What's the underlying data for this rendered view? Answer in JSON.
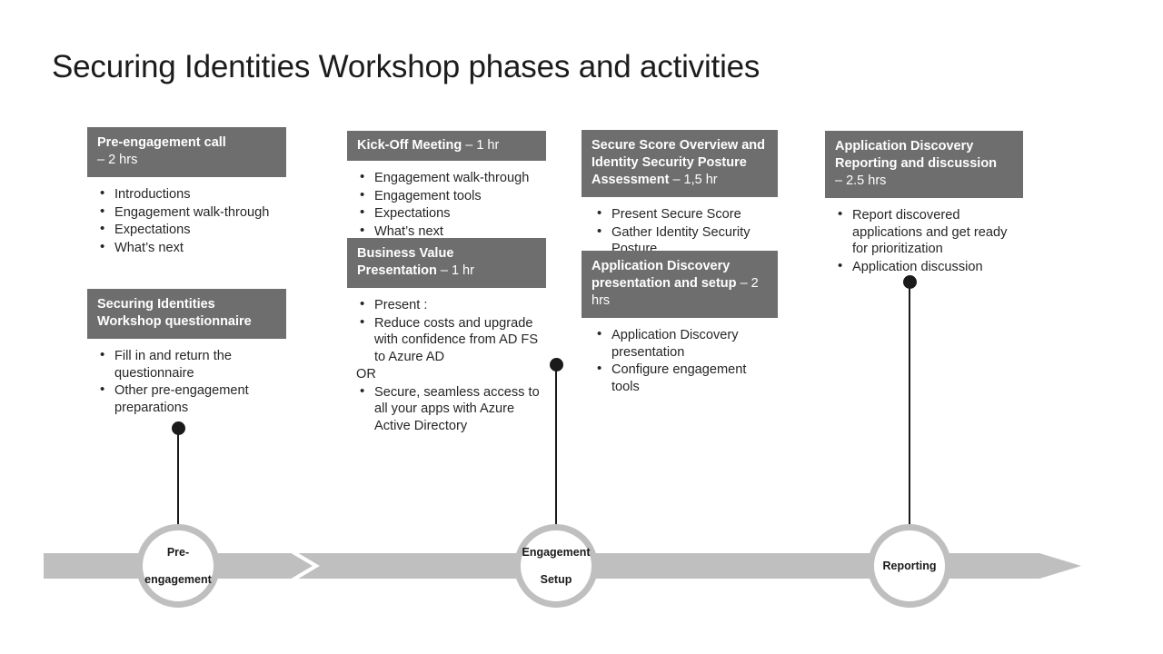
{
  "slide": {
    "title": "Securing Identities Workshop phases and activities",
    "accent_color": "#6e6e6e",
    "bar_color": "#bfbfbf",
    "connector_color": "#1a1a1a",
    "background": "#ffffff"
  },
  "columns": [
    {
      "id": "pre-engagement",
      "cards": [
        {
          "title": "Pre-engagement call",
          "duration": "– 2 hrs",
          "header_break": true,
          "items": [
            {
              "text": "Introductions",
              "bullet": true
            },
            {
              "text": "Engagement walk-through",
              "bullet": true
            },
            {
              "text": "Expectations",
              "bullet": true
            },
            {
              "text": "What’s next",
              "bullet": true
            }
          ]
        },
        {
          "title": "Securing Identities Workshop questionnaire",
          "duration": "",
          "header_break": false,
          "items": [
            {
              "text": "Fill in and return the questionnaire",
              "bullet": true
            },
            {
              "text": "Other pre-engagement preparations",
              "bullet": true
            }
          ]
        }
      ]
    },
    {
      "id": "kick-off",
      "cards": [
        {
          "title": "Kick-Off Meeting",
          "duration": "– 1 hr",
          "header_break": false,
          "items": [
            {
              "text": "Engagement walk-through",
              "bullet": true
            },
            {
              "text": "Engagement tools",
              "bullet": true
            },
            {
              "text": "Expectations",
              "bullet": true
            },
            {
              "text": "What’s next",
              "bullet": true
            }
          ]
        },
        {
          "title": "Business Value Presentation",
          "duration": "– 1 hr",
          "header_break": false,
          "items": [
            {
              "text": "Present :",
              "bullet": true
            },
            {
              "text": "Reduce costs and upgrade with confidence from AD FS to Azure AD",
              "bullet": true
            },
            {
              "text": "OR",
              "bullet": false
            },
            {
              "text": "Secure, seamless access to all your apps with Azure Active Directory",
              "bullet": true
            }
          ]
        }
      ]
    },
    {
      "id": "secure-score",
      "cards": [
        {
          "title": "Secure Score Overview and Identity Security Posture Assessment",
          "duration": "– 1,5 hr",
          "header_break": false,
          "items": [
            {
              "text": "Present Secure Score",
              "bullet": true
            },
            {
              "text": "Gather Identity Security Posture",
              "bullet": true
            }
          ]
        },
        {
          "title": "Application Discovery presentation and setup",
          "duration": "– 2 hrs",
          "header_break": false,
          "items": [
            {
              "text": "Application Discovery presentation",
              "bullet": true
            },
            {
              "text": "Configure engagement tools",
              "bullet": true
            }
          ]
        }
      ]
    },
    {
      "id": "reporting",
      "cards": [
        {
          "title": "Application Discovery Reporting and discussion",
          "duration": "– 2.5 hrs",
          "header_break": true,
          "items": [
            {
              "text": "Report discovered applications and get ready for prioritization",
              "bullet": true
            },
            {
              "text": "Application discussion",
              "bullet": true
            }
          ]
        }
      ]
    }
  ],
  "phases": [
    {
      "id": "phase-pre-engagement",
      "lines": [
        "Pre-",
        "engagement"
      ]
    },
    {
      "id": "phase-engagement-setup",
      "lines": [
        "Engagement",
        "Setup"
      ]
    },
    {
      "id": "phase-reporting",
      "lines": [
        "Reporting"
      ]
    }
  ]
}
